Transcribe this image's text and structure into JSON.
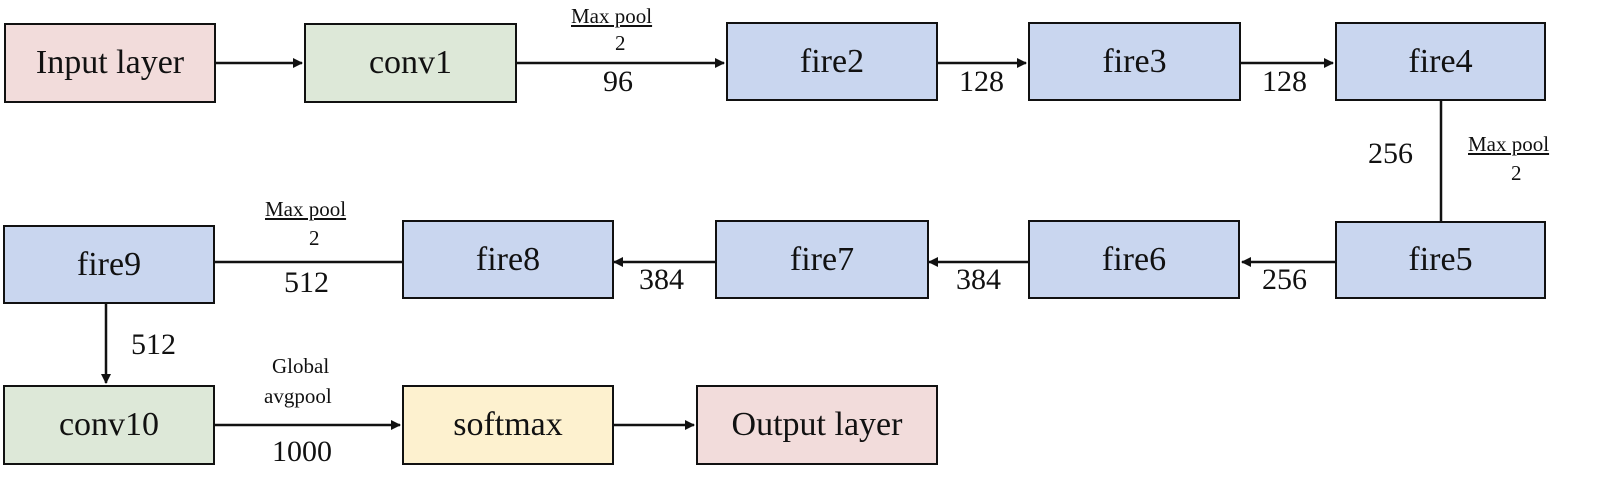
{
  "nodes": {
    "input": "Input layer",
    "conv1": "conv1",
    "fire2": "fire2",
    "fire3": "fire3",
    "fire4": "fire4",
    "fire5": "fire5",
    "fire6": "fire6",
    "fire7": "fire7",
    "fire8": "fire8",
    "fire9": "fire9",
    "conv10": "conv10",
    "softmax": "softmax",
    "output": "Output layer"
  },
  "edges": {
    "conv1_fire2": {
      "op": "Max pool",
      "op_size": "2",
      "channels": "96"
    },
    "fire2_fire3": {
      "channels": "128"
    },
    "fire3_fire4": {
      "channels": "128"
    },
    "fire4_fire5": {
      "op": "Max pool",
      "op_size": "2",
      "channels": "256"
    },
    "fire5_fire6": {
      "channels": "256"
    },
    "fire6_fire7": {
      "channels": "384"
    },
    "fire7_fire8": {
      "channels": "384"
    },
    "fire8_fire9": {
      "op": "Max pool",
      "op_size": "2",
      "channels": "512"
    },
    "fire9_conv10": {
      "channels": "512"
    },
    "conv10_softmax": {
      "op_line1": "Global",
      "op_line2": "avgpool",
      "channels": "1000"
    }
  },
  "colors": {
    "io": "#f2dcdb",
    "conv": "#dde8d8",
    "fire": "#c9d6ef",
    "softmax": "#fdf1cf",
    "stroke": "#111111"
  }
}
